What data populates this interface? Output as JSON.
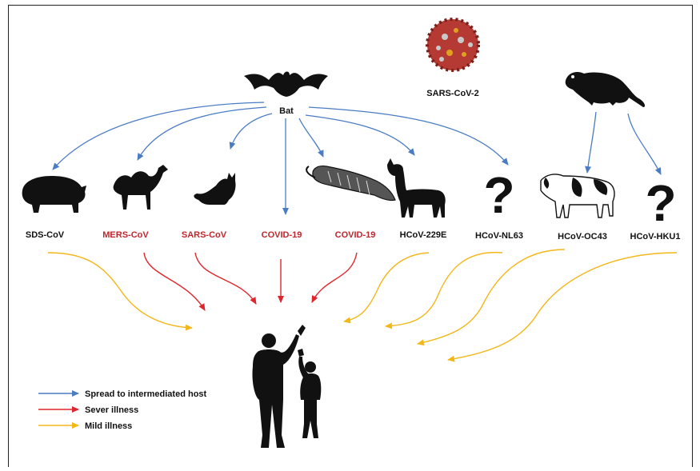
{
  "sources": {
    "bat": "Bat",
    "virus": "SARS-CoV-2"
  },
  "viruses": [
    {
      "label": "SDS-CoV",
      "severity": "mild"
    },
    {
      "label": "MERS-CoV",
      "severity": "severe"
    },
    {
      "label": "SARS-CoV",
      "severity": "severe"
    },
    {
      "label": "COVID-19",
      "severity": "severe"
    },
    {
      "label": "COVID-19",
      "severity": "severe"
    },
    {
      "label": "HCoV-229E",
      "severity": "mild"
    },
    {
      "label": "HCoV-NL63",
      "severity": "mild"
    },
    {
      "label": "HCoV-OC43",
      "severity": "mild"
    },
    {
      "label": "HCoV-HKU1",
      "severity": "mild"
    }
  ],
  "unknown_host_mark": "?",
  "legend": [
    {
      "label": "Spread to intermediated host",
      "color": "#4a7cc4"
    },
    {
      "label": "Sever illness",
      "color": "#e0262d"
    },
    {
      "label": "Mild illness",
      "color": "#f2b719"
    }
  ],
  "colors": {
    "spread": "#4a7cc4",
    "severe": "#e0262d",
    "mild": "#f2b719",
    "severe_label": "#c0262d",
    "silhouette": "#111111"
  },
  "icons": {
    "bat": "bat-silhouette",
    "rat": "rat-silhouette",
    "virus": "coronavirus-particle",
    "pig": "pig-silhouette",
    "camel": "camel-silhouette",
    "cat": "cat-silhouette",
    "pangolin": "pangolin-drawing",
    "llama": "llama-silhouette",
    "cow": "cow-drawing",
    "humans": "adult-and-child-silhouette"
  }
}
